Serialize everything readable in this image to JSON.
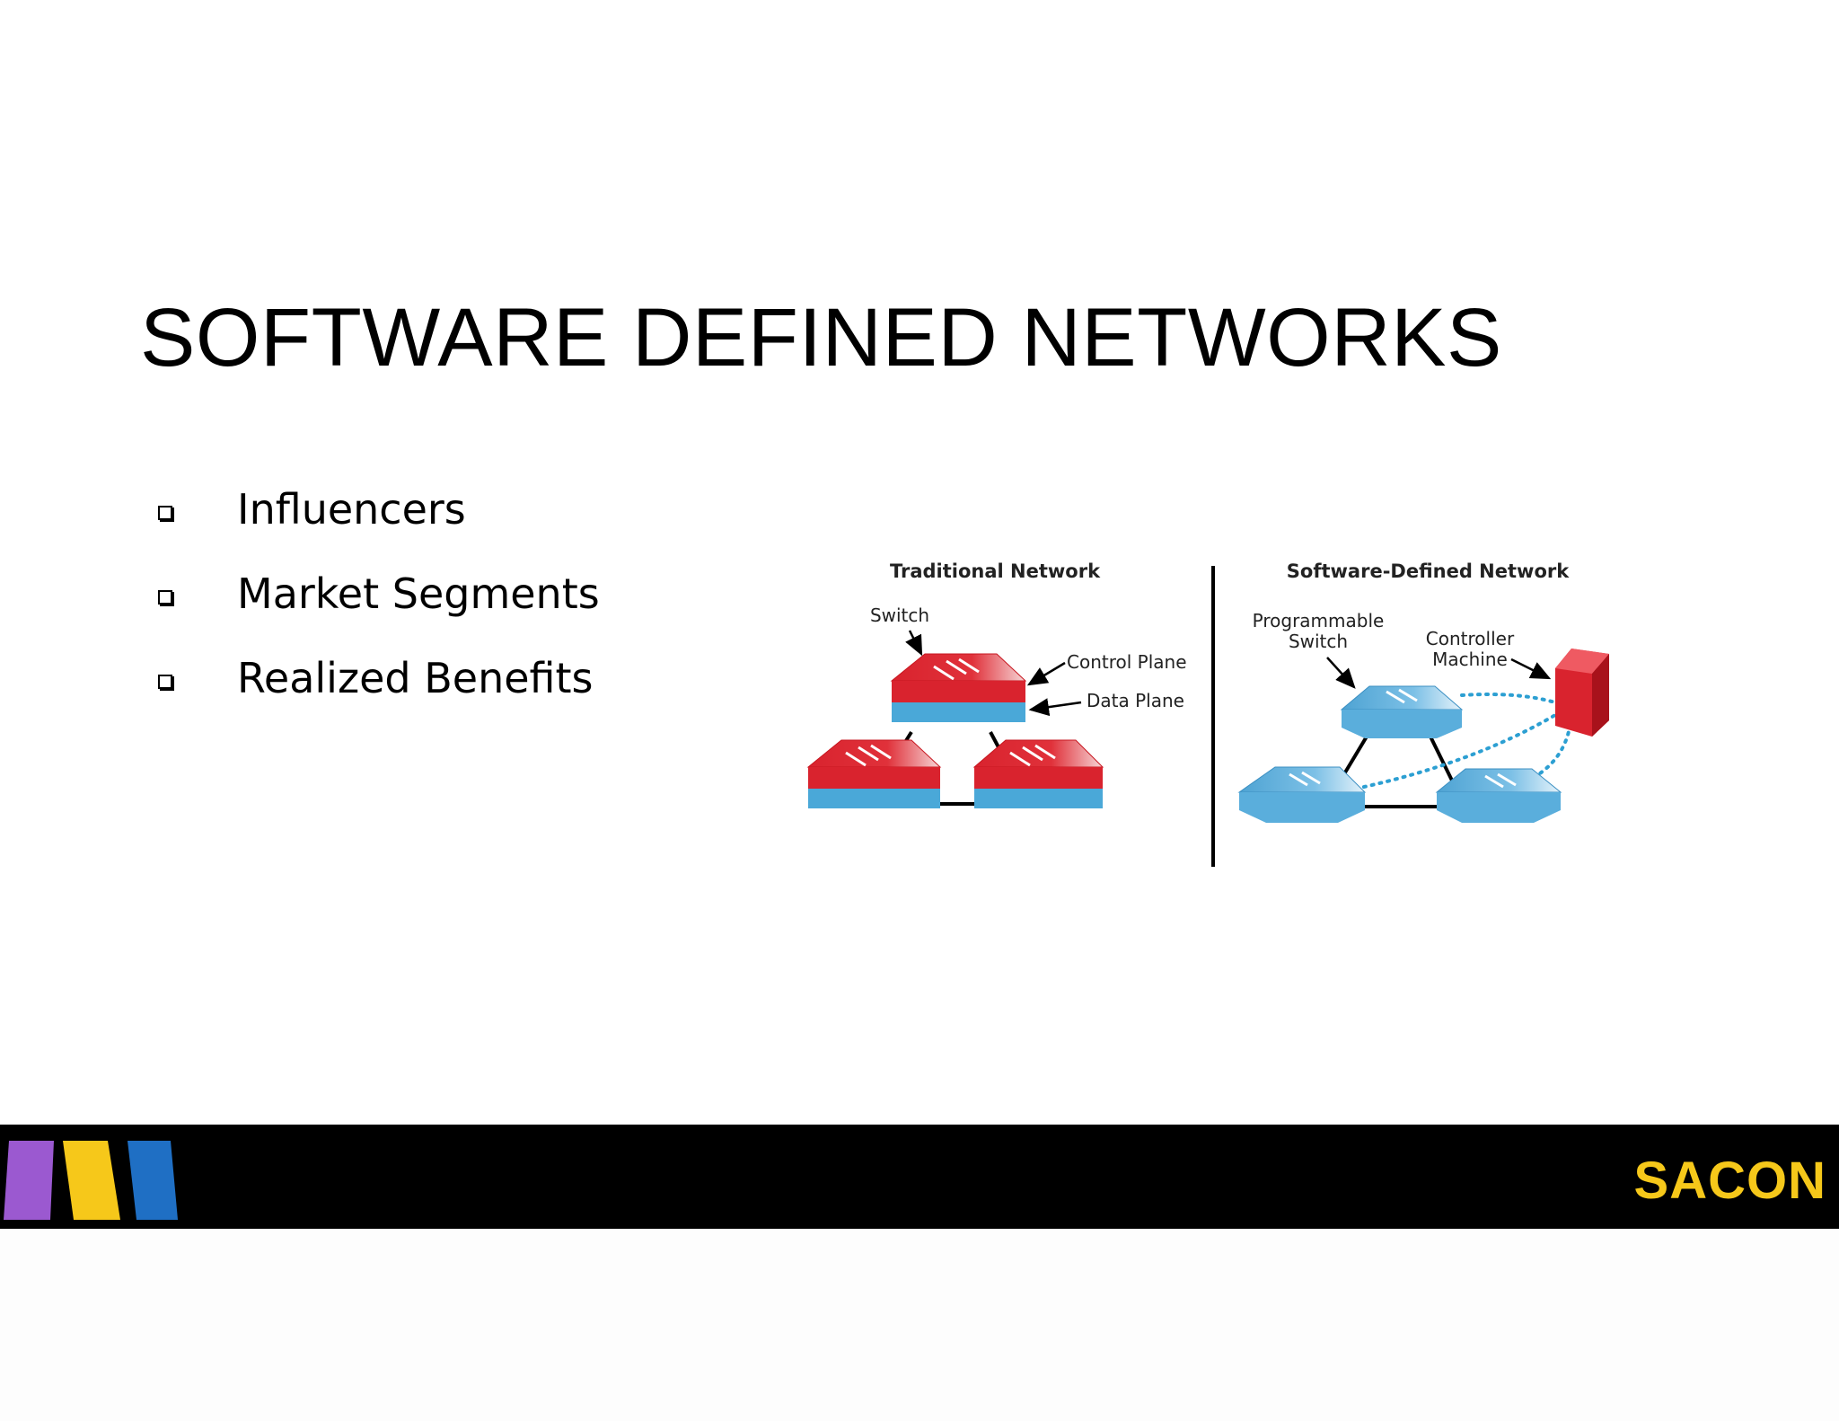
{
  "slide": {
    "title": "SOFTWARE DEFINED NETWORKS",
    "bullets": [
      "Influencers",
      "Market Segments",
      "Realized Benefits"
    ]
  },
  "diagram": {
    "traditional": {
      "heading": "Traditional Network",
      "switch_label": "Switch",
      "control_plane_label": "Control Plane",
      "data_plane_label": "Data Plane"
    },
    "sdn": {
      "heading": "Software-Defined Network",
      "programmable_label_line1": "Programmable",
      "programmable_label_line2": "Switch",
      "controller_label_line1": "Controller",
      "controller_label_line2": "Machine"
    },
    "colors": {
      "control_red": "#d9232e",
      "data_blue": "#4aa8d8",
      "sdn_blue": "#6cb8e3"
    }
  },
  "footer": {
    "brand": "SACON",
    "stripe_colors": [
      "#9b59d0",
      "#f6c81a",
      "#1f6fc4"
    ],
    "brand_color": "#f6c81a"
  }
}
